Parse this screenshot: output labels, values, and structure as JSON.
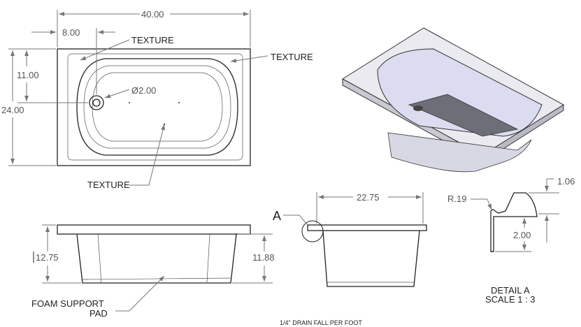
{
  "top_view": {
    "dim_width": "40.00",
    "dim_drain_offset_x": "8.00",
    "dim_drain_offset_y": "11.00",
    "dim_depth": "24.00",
    "drain_diameter": "Ø2.00",
    "texture_label_top": "TEXTURE",
    "texture_label_right": "TEXTURE",
    "texture_label_bottom": "TEXTURE"
  },
  "front_view": {
    "dim_left_height": "12.75",
    "dim_right_height": "11.88",
    "foam_label_line1": "FOAM SUPPORT",
    "foam_label_line2": "PAD"
  },
  "side_view": {
    "dim_width": "22.75",
    "detail_callout": "A"
  },
  "detail_a": {
    "dim_top": "1.06",
    "dim_radius": "R.19",
    "dim_height": "2.00",
    "title": "DETAIL A",
    "scale": "SCALE 1 : 3"
  },
  "note": "1/4\" DRAIN FALL PER FOOT"
}
